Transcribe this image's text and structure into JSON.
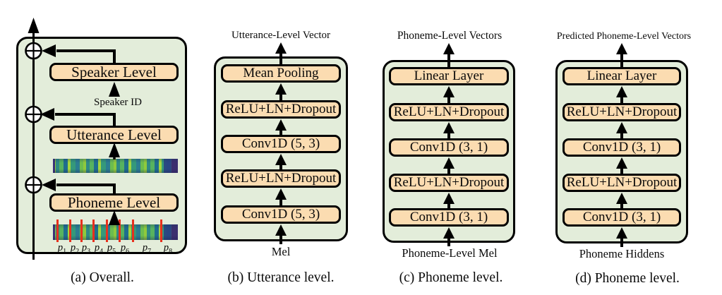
{
  "figure": {
    "panel_a": {
      "caption": "(a) Overall.",
      "speaker_box": "Speaker Level",
      "utterance_box": "Utterance Level",
      "phoneme_box": "Phoneme Level",
      "speaker_id_label": "Speaker ID",
      "phoneme_segments": [
        {
          "base": "p",
          "sub": "1"
        },
        {
          "base": "p",
          "sub": "2"
        },
        {
          "base": "p",
          "sub": "3"
        },
        {
          "base": "p",
          "sub": "4"
        },
        {
          "base": "p",
          "sub": "5"
        },
        {
          "base": "p",
          "sub": "6"
        },
        {
          "base": "p",
          "sub": "7"
        },
        {
          "base": "p",
          "sub": "8"
        }
      ]
    },
    "panel_b": {
      "caption": "(b) Utterance level.",
      "output_label": "Utterance-Level Vector",
      "input_label": "Mel",
      "layers": [
        "Mean Pooling",
        "ReLU+LN+Dropout",
        "Conv1D (5, 3)",
        "ReLU+LN+Dropout",
        "Conv1D (5, 3)"
      ]
    },
    "panel_c": {
      "caption": "(c) Phoneme level.",
      "output_label": "Phoneme-Level Vectors",
      "input_label": "Phoneme-Level Mel",
      "layers": [
        "Linear Layer",
        "ReLU+LN+Dropout",
        "Conv1D (3, 1)",
        "ReLU+LN+Dropout",
        "Conv1D (3, 1)"
      ]
    },
    "panel_d": {
      "caption": "(d) Phoneme level.",
      "output_label": "Predicted Phoneme-Level Vectors",
      "input_label": "Phoneme Hiddens",
      "layers": [
        "Linear Layer",
        "ReLU+LN+Dropout",
        "Conv1D (3, 1)",
        "ReLU+LN+Dropout",
        "Conv1D (3, 1)"
      ]
    },
    "colors": {
      "panel_background": "#e3edda",
      "block_fill": "#fbdcb1",
      "outline": "#000000",
      "segment_marker": "#e8301d"
    }
  }
}
